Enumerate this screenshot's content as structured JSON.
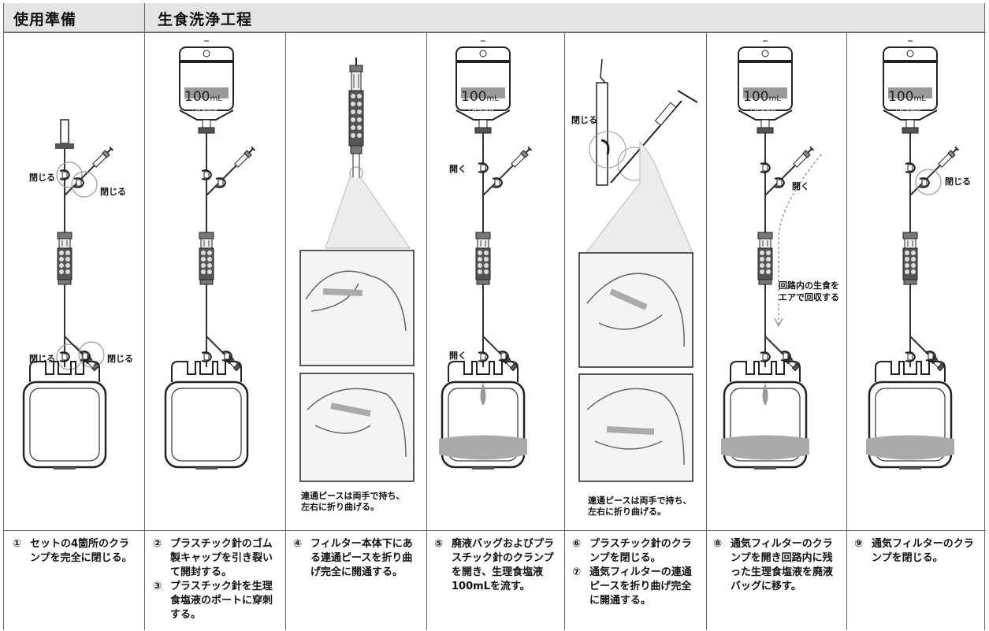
{
  "headers": {
    "prep": "使用準備",
    "wash": "生食洗浄工程"
  },
  "bag": {
    "volume": "100",
    "unit": "mL",
    "label": "生理食塩液"
  },
  "callouts": {
    "close": "閉じる",
    "open": "開く",
    "recover_line1": "回路内の生食を",
    "recover_line2": "エアで回収する"
  },
  "notes": {
    "fold_line1": "連通ピースは両手で持ち、",
    "fold_line2": "左右に折り曲げる。"
  },
  "steps": [
    {
      "items": [
        {
          "num": "①",
          "text": "セットの4箇所のクランプを完全に閉じる。"
        }
      ]
    },
    {
      "items": [
        {
          "num": "②",
          "text": "プラスチック針のゴム製キャップを引き裂いて開封する。"
        },
        {
          "num": "③",
          "text": "プラスチック針を生理食塩液のポートに穿刺する。"
        }
      ]
    },
    {
      "items": [
        {
          "num": "④",
          "text": "フィルター本体下にある連通ピースを折り曲げ完全に開通する。"
        }
      ]
    },
    {
      "items": [
        {
          "num": "⑤",
          "text": "廃液バッグおよびプラスチック針のクランプを開き、生理食塩液100mLを流す。"
        }
      ]
    },
    {
      "items": [
        {
          "num": "⑥",
          "text": "プラスチック針のクランプを閉じる。"
        },
        {
          "num": "⑦",
          "text": "通気フィルターの連通ピースを折り曲げ完全に開通する。"
        }
      ]
    },
    {
      "items": [
        {
          "num": "⑧",
          "text": "通気フィルターのクランプを開き回路内に残った生理食塩液を廃液バッグに移す。"
        }
      ]
    },
    {
      "items": [
        {
          "num": "⑨",
          "text": "通気フィルターのクランプを閉じる。"
        }
      ]
    }
  ]
}
